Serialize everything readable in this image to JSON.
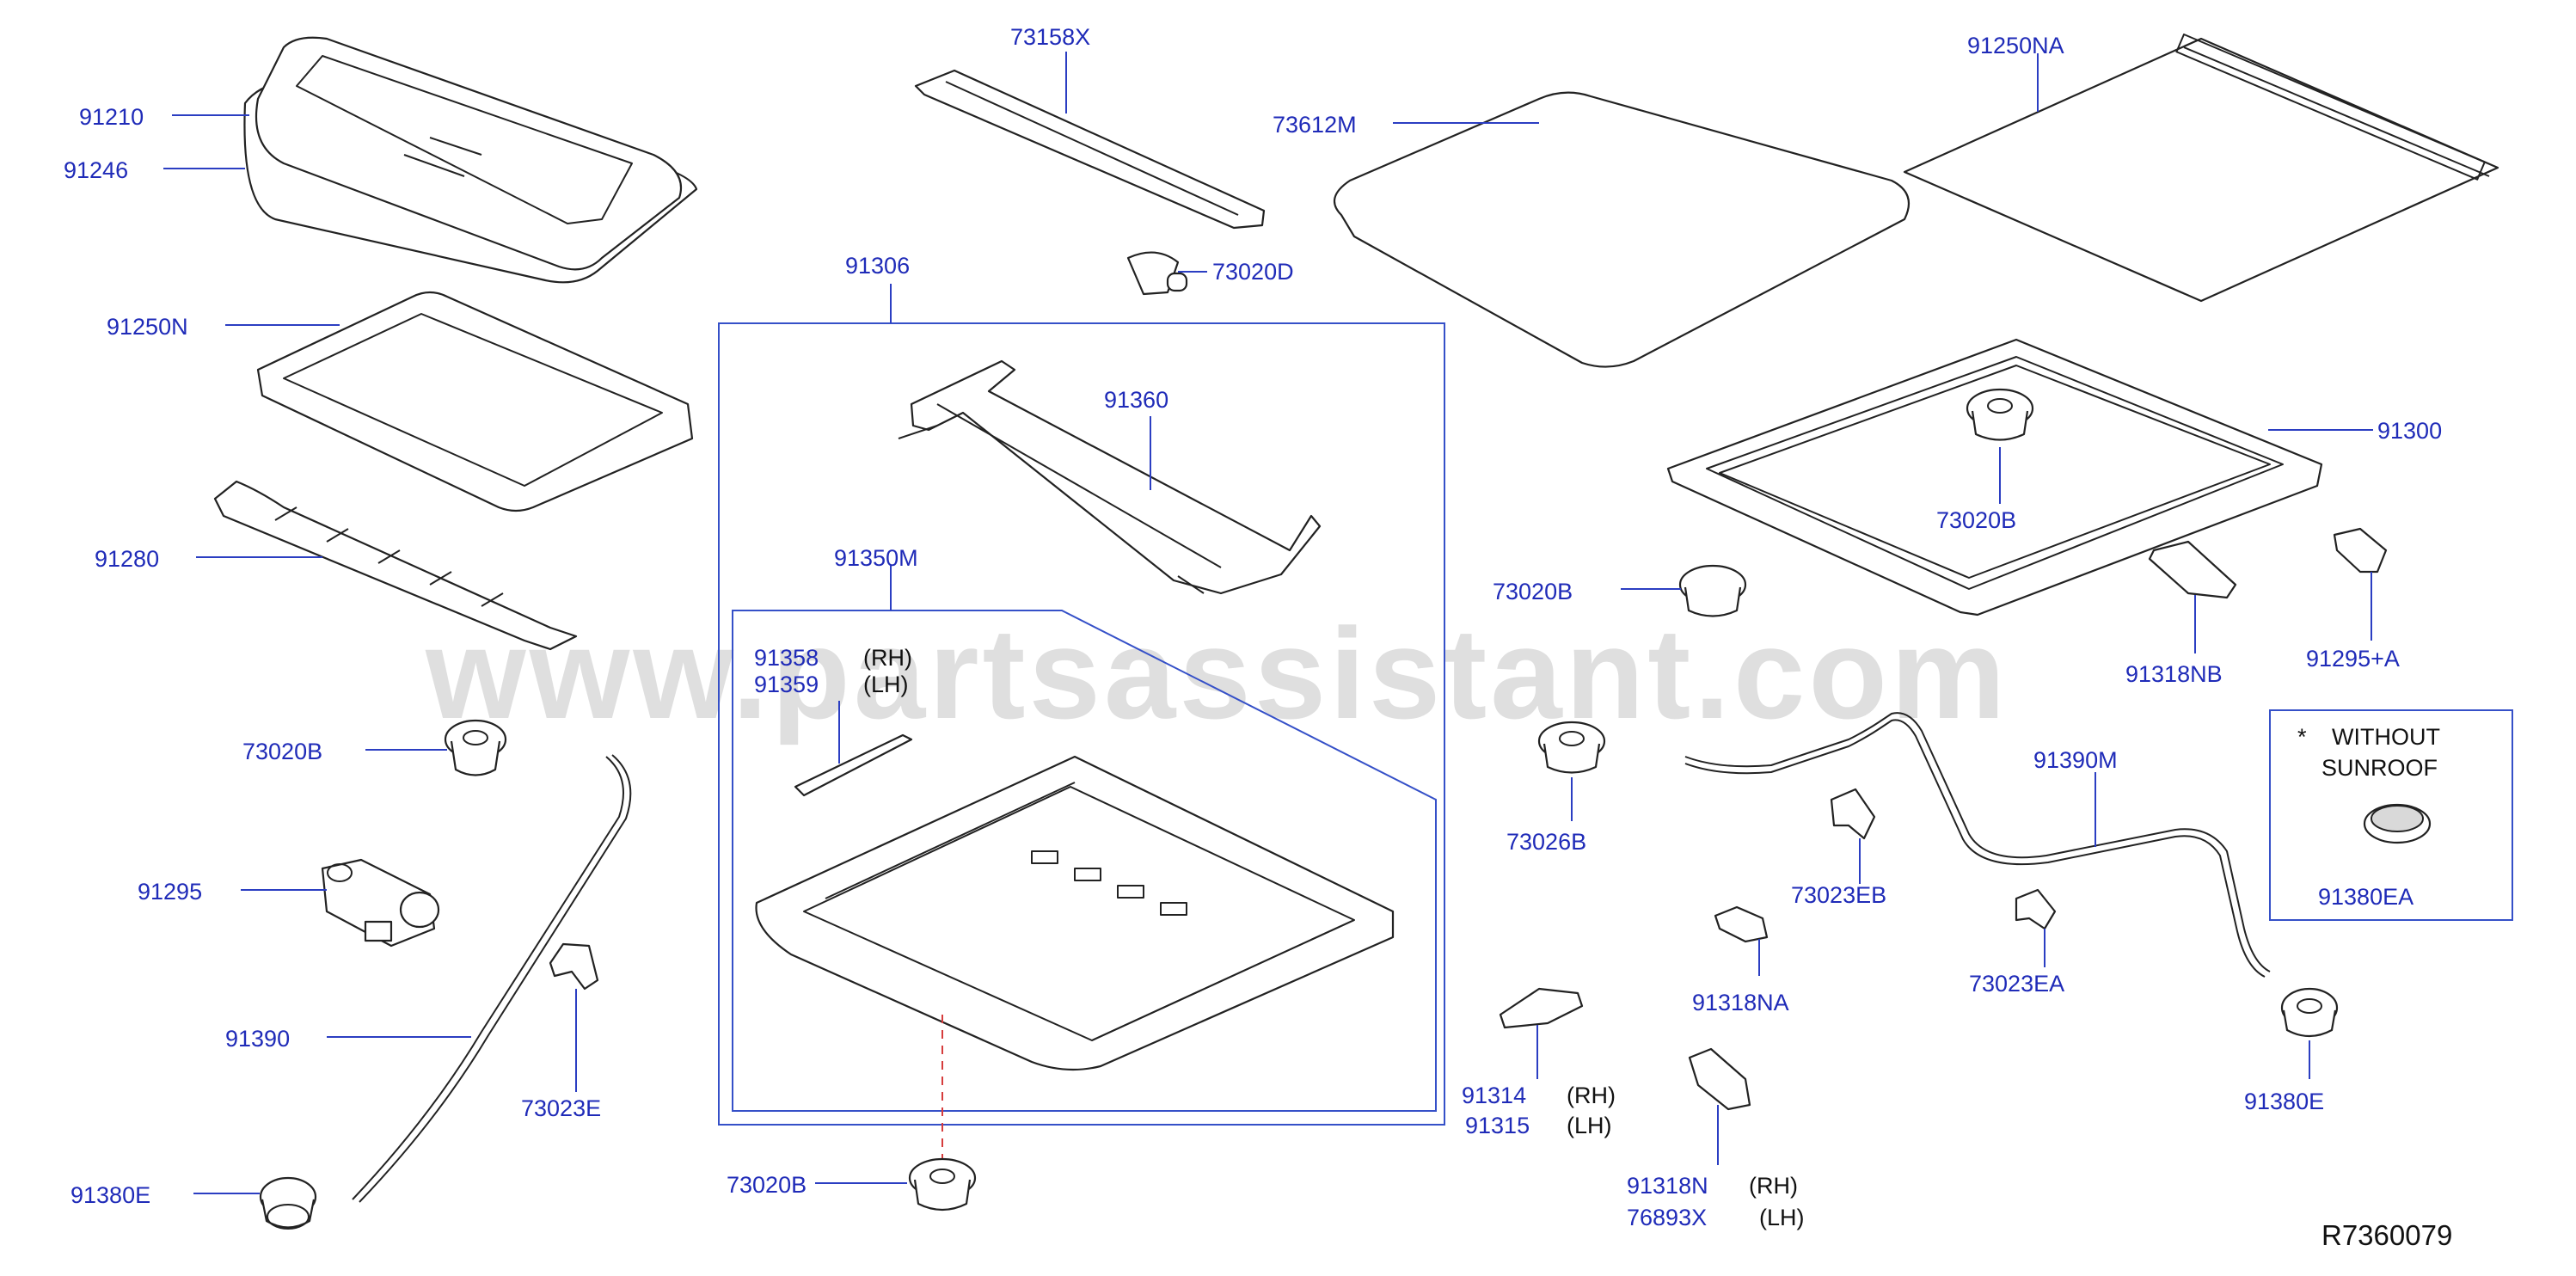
{
  "watermark": "www.partsassistant.com",
  "reference_code": "R7360079",
  "note": {
    "star": "*",
    "line1": "WITHOUT",
    "line2": "SUNROOF"
  },
  "parts": {
    "p91210": "91210",
    "p91246": "91246",
    "p91250N": "91250N",
    "p91280": "91280",
    "p73020B_left": "73020B",
    "p91295": "91295",
    "p91390": "91390",
    "p73023E": "73023E",
    "p91380E_left": "91380E",
    "p73158X": "73158X",
    "p73020D": "73020D",
    "p91306": "91306",
    "p91360": "91360",
    "p91350M": "91350M",
    "p91358": "91358",
    "p91359": "91359",
    "p73020B_bottom": "73020B",
    "p73612M": "73612M",
    "p91250NA": "91250NA",
    "p91300": "91300",
    "p73020B_frame": "73020B",
    "p73020B_mid": "73020B",
    "p91318NB": "91318NB",
    "p91295A": "91295+A",
    "p73026B": "73026B",
    "p91390M": "91390M",
    "p73023EB": "73023EB",
    "p73023EA": "73023EA",
    "p91318NA": "91318NA",
    "p91314": "91314",
    "p91315": "91315",
    "p91318N": "91318N",
    "p76893X": "76893X",
    "p91380EA": "91380EA",
    "p91380E_right": "91380E"
  },
  "sides": {
    "s91358": "(RH)",
    "s91359": "(LH)",
    "s91314": "(RH)",
    "s91315": "(LH)",
    "s91318N": "(RH)",
    "s76893X": "(LH)"
  }
}
